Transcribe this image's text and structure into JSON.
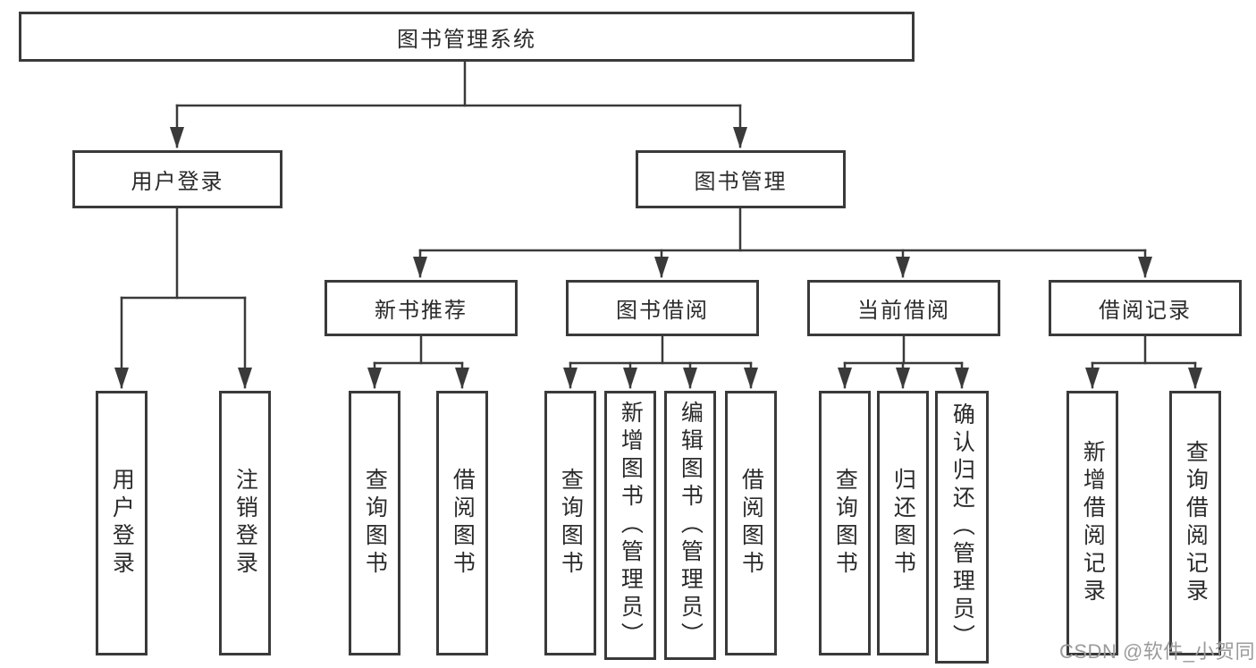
{
  "tree": {
    "label": "图书管理系统",
    "children": [
      {
        "label": "用户登录",
        "children": [
          {
            "label": "用户登录"
          },
          {
            "label": "注销登录"
          }
        ]
      },
      {
        "label": "图书管理",
        "children": [
          {
            "label": "新书推荐",
            "children": [
              {
                "label": "查询图书"
              },
              {
                "label": "借阅图书"
              }
            ]
          },
          {
            "label": "图书借阅",
            "children": [
              {
                "label": "查询图书"
              },
              {
                "label": "新增图书（管理员）"
              },
              {
                "label": "编辑图书（管理员）"
              },
              {
                "label": "借阅图书"
              }
            ]
          },
          {
            "label": "当前借阅",
            "children": [
              {
                "label": "查询图书"
              },
              {
                "label": "归还图书"
              },
              {
                "label": "确认归还（管理员）"
              }
            ]
          },
          {
            "label": "借阅记录",
            "children": [
              {
                "label": "新增借阅记录"
              },
              {
                "label": "查询借阅记录"
              }
            ]
          }
        ]
      }
    ]
  },
  "watermark": {
    "text": "CSDN @软件_小贺同学"
  },
  "colors": {
    "line": "#3a3a3a",
    "text": "#2b2b2b",
    "background": "#ffffff",
    "watermark": "#9b9b9b"
  }
}
